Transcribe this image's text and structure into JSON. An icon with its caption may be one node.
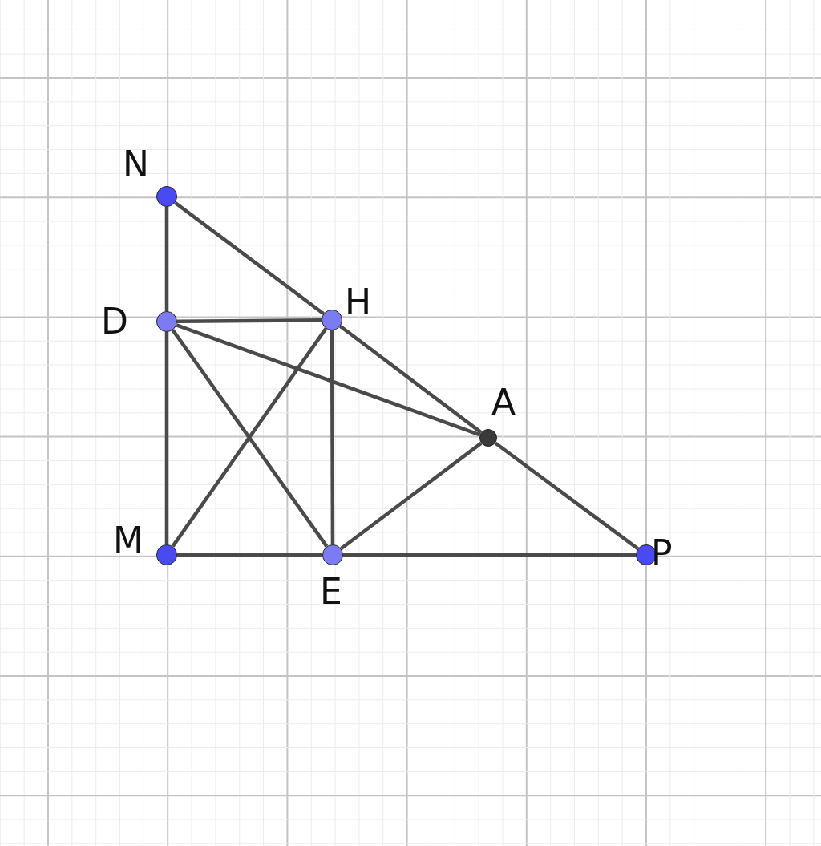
{
  "diagram": {
    "nodes": [
      {
        "text": [
          "N"
        ]
      },
      {
        "text": [
          "D"
        ]
      },
      {
        "text": [
          "H"
        ]
      },
      {
        "text": [
          "A"
        ]
      },
      {
        "text": [
          "M"
        ]
      },
      {
        "text": [
          "E"
        ]
      },
      {
        "text": [
          "P"
        ]
      }
    ],
    "edges": [
      {
        "from": 0,
        "to": 1,
        "arrow": "none"
      },
      {
        "from": 1,
        "to": 4,
        "arrow": "none"
      },
      {
        "from": 0,
        "to": 2,
        "arrow": "none"
      },
      {
        "from": 2,
        "to": 3,
        "arrow": "none"
      },
      {
        "from": 3,
        "to": 6,
        "arrow": "none"
      },
      {
        "from": 4,
        "to": 5,
        "arrow": "none"
      },
      {
        "from": 5,
        "to": 6,
        "arrow": "none"
      },
      {
        "from": 1,
        "to": 2,
        "arrow": "none"
      },
      {
        "from": 1,
        "to": 3,
        "arrow": "none"
      },
      {
        "from": 1,
        "to": 5,
        "arrow": "none"
      },
      {
        "from": 4,
        "to": 2,
        "arrow": "none"
      },
      {
        "from": 2,
        "to": 5,
        "arrow": "none"
      },
      {
        "from": 5,
        "to": 3,
        "arrow": "none"
      }
    ]
  }
}
